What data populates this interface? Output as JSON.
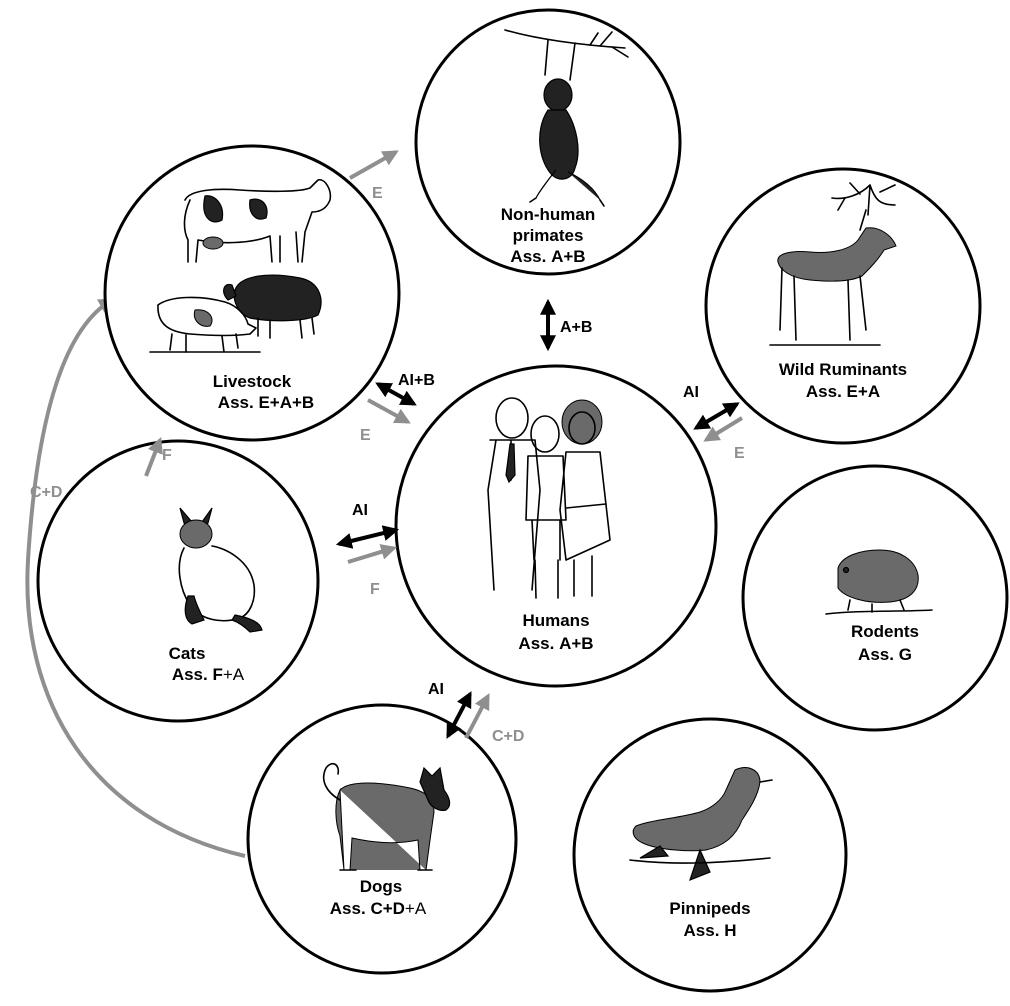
{
  "colors": {
    "transmission_black": "#000000",
    "transmission_gray": "#8f8f8f",
    "circle_stroke": "#000000"
  },
  "nodes": {
    "primates": {
      "name_line1": "Non-human",
      "name_line2": "primates",
      "ass_prefix": "Ass.",
      "ass_bold": "A+B",
      "ass_normal": ""
    },
    "livestock": {
      "name": "Livestock",
      "ass_prefix": "Ass.",
      "ass_bold": "E+A+B",
      "ass_normal": ""
    },
    "ruminants": {
      "name": "Wild Ruminants",
      "ass_prefix": "Ass.",
      "ass_bold": "E+A",
      "ass_normal": ""
    },
    "humans": {
      "name": "Humans",
      "ass_prefix": "Ass.",
      "ass_bold": "A+B",
      "ass_normal": ""
    },
    "cats": {
      "name": "Cats",
      "ass_prefix": "Ass.",
      "ass_bold": "F",
      "ass_normal": "+A"
    },
    "rodents": {
      "name": "Rodents",
      "ass_prefix": "Ass.",
      "ass_bold": "G",
      "ass_normal": ""
    },
    "dogs": {
      "name": "Dogs",
      "ass_prefix": "Ass.",
      "ass_bold": "C+D",
      "ass_normal": "+A"
    },
    "pinnipeds": {
      "name": "Pinnipeds",
      "ass_prefix": "Ass.",
      "ass_bold": "H",
      "ass_normal": ""
    }
  },
  "edges": {
    "livestock_to_primates": {
      "label": "E",
      "color": "gray"
    },
    "primates_humans": {
      "label": "A+B",
      "color": "black"
    },
    "livestock_humans": {
      "label": "AI+B",
      "color": "black"
    },
    "livestock_to_humans": {
      "label": "E",
      "color": "gray"
    },
    "ruminants_humans": {
      "label": "AI",
      "color": "black"
    },
    "ruminants_to_humans": {
      "label": "E",
      "color": "gray"
    },
    "cats_humans": {
      "label": "AI",
      "color": "black"
    },
    "cats_to_humans": {
      "label": "F",
      "color": "gray"
    },
    "cats_to_livestock": {
      "label": "F",
      "color": "gray"
    },
    "dogs_humans": {
      "label": "AI",
      "color": "black"
    },
    "dogs_to_humans": {
      "label": "C+D",
      "color": "gray"
    },
    "dogs_to_livestock": {
      "label": "C+D",
      "color": "gray"
    }
  },
  "illustrations": {
    "primates": "gibbon-hanging-from-branch",
    "livestock": "cow-sheep-pig",
    "ruminants": "elk",
    "humans": "family-of-three",
    "cats": "siamese-cat",
    "rodents": "rodent",
    "dogs": "husky-dog",
    "pinnipeds": "sea-lion"
  }
}
